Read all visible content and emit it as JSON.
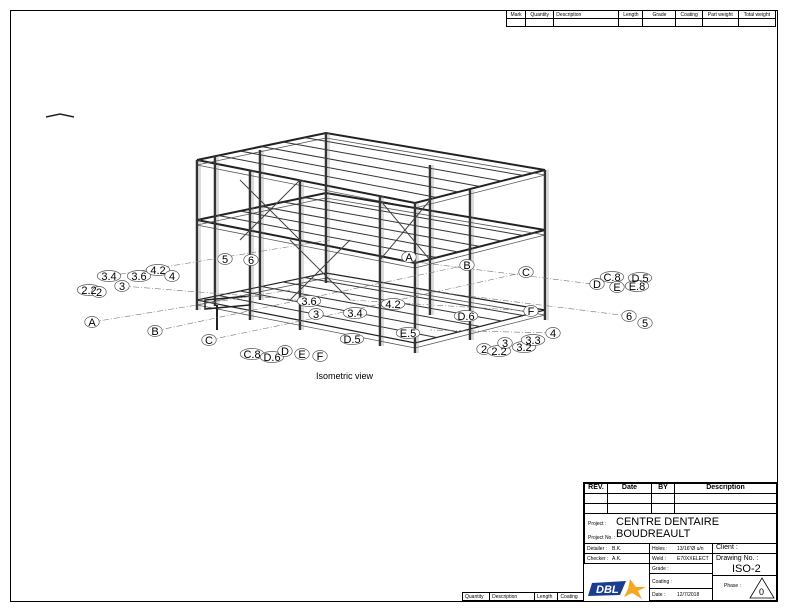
{
  "parts_table": {
    "headers": [
      "Mark",
      "Quantity",
      "Description",
      "Length",
      "Grade",
      "Coating",
      "Part weight",
      "Total weight"
    ]
  },
  "bottom_table": {
    "headers": [
      "Quantity",
      "Description",
      "Length",
      "Coating"
    ]
  },
  "view_caption": "Isometric view",
  "grid_labels": [
    "A",
    "B",
    "C",
    "C.8",
    "D.6",
    "D",
    "E",
    "F",
    "2.2",
    "2",
    "3",
    "3.4",
    "3.6",
    "4.2",
    "4",
    "5",
    "6",
    "3.6",
    "3",
    "3.4",
    "4.2",
    "D.5",
    "E.5",
    "D.6",
    "A",
    "B",
    "C",
    "C.8",
    "D.5",
    "D",
    "E",
    "E.8",
    "F",
    "6",
    "5",
    "4",
    "2",
    "2.2",
    "3",
    "3.2",
    "3.3"
  ],
  "title_block": {
    "rev_headers": [
      "REV.",
      "Date",
      "BY",
      "Description"
    ],
    "project_label": "Project :",
    "project": "CENTRE DENTAIRE BOUDREAULT",
    "project_no_label": "Project No. :",
    "detailer_label": "Detailer :",
    "detailer": "B.K.",
    "checker_label": "Checker :",
    "checker": "A.K.",
    "holes_label": "Holes :",
    "holes": "13/16\"Ø u/n",
    "weld_label": "Weld :",
    "weld": "E70XXELECT",
    "grade_label": "Grade :",
    "coating_label": "Coating :",
    "date_label": "Date :",
    "date": "12/7/2018",
    "client_label": "Client :",
    "drawing_no_label": "Drawing No. :",
    "drawing_no": "ISO-2",
    "phase_label": "Phase :",
    "phase": "0",
    "logo_text": "DBL"
  }
}
